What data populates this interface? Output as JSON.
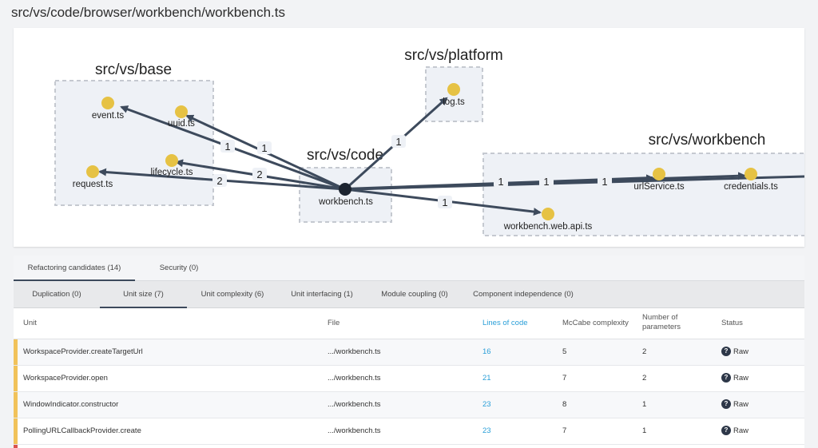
{
  "title": "src/vs/code/browser/workbench/workbench.ts",
  "graph": {
    "groups": [
      {
        "id": "base",
        "label": "src/vs/base"
      },
      {
        "id": "platform",
        "label": "src/vs/platform"
      },
      {
        "id": "code",
        "label": "src/vs/code"
      },
      {
        "id": "workbench",
        "label": "src/vs/workbench"
      }
    ],
    "nodes": [
      {
        "id": "event",
        "label": "event.ts"
      },
      {
        "id": "uuid",
        "label": "uuid.ts"
      },
      {
        "id": "lifecycle",
        "label": "lifecycle.ts"
      },
      {
        "id": "request",
        "label": "request.ts"
      },
      {
        "id": "log",
        "label": "log.ts"
      },
      {
        "id": "workbench",
        "label": "workbench.ts",
        "focus": true
      },
      {
        "id": "urlService",
        "label": "urlService.ts"
      },
      {
        "id": "credentials",
        "label": "credentials.ts"
      },
      {
        "id": "webapi",
        "label": "workbench.web.api.ts"
      }
    ],
    "edges": [
      {
        "to": "event",
        "count": "1"
      },
      {
        "to": "uuid",
        "count": "1"
      },
      {
        "to": "lifecycle",
        "count": "2"
      },
      {
        "to": "request",
        "count": "2"
      },
      {
        "to": "log",
        "count": "1"
      },
      {
        "to": "urlService",
        "count": "1"
      },
      {
        "to": "credentials",
        "count": "1"
      },
      {
        "to": "offscreen",
        "count": "1"
      },
      {
        "to": "webapi",
        "count": "1"
      }
    ],
    "colors": {
      "node": "#e6c244",
      "focus": "#1c2430",
      "edge": "#3d4a5c",
      "group_bg": "#eef1f6",
      "group_border": "#c5c9d0"
    }
  },
  "tabs_primary": [
    {
      "label": "Refactoring candidates (14)",
      "active": true
    },
    {
      "label": "Security (0)",
      "active": false
    }
  ],
  "tabs_secondary": [
    {
      "label": "Duplication (0)",
      "active": false
    },
    {
      "label": "Unit size (7)",
      "active": true
    },
    {
      "label": "Unit complexity (6)",
      "active": false
    },
    {
      "label": "Unit interfacing (1)",
      "active": false
    },
    {
      "label": "Module coupling (0)",
      "active": false
    },
    {
      "label": "Component independence (0)",
      "active": false
    }
  ],
  "table": {
    "headers": {
      "unit": "Unit",
      "file": "File",
      "loc": "Lines of code",
      "mccabe": "McCabe complexity",
      "params_1": "Number of",
      "params_2": "parameters",
      "status": "Status"
    },
    "rows": [
      {
        "unit": "WorkspaceProvider.createTargetUrl",
        "file": ".../workbench.ts",
        "loc": "16",
        "mccabe": "5",
        "params": "2",
        "status": "Raw"
      },
      {
        "unit": "WorkspaceProvider.open",
        "file": ".../workbench.ts",
        "loc": "21",
        "mccabe": "7",
        "params": "2",
        "status": "Raw"
      },
      {
        "unit": "WindowIndicator.constructor",
        "file": ".../workbench.ts",
        "loc": "23",
        "mccabe": "8",
        "params": "1",
        "status": "Raw"
      },
      {
        "unit": "PollingURLCallbackProvider.create",
        "file": ".../workbench.ts",
        "loc": "23",
        "mccabe": "7",
        "params": "1",
        "status": "Raw"
      }
    ],
    "status_icon": "question-icon",
    "bar_color": "#f1c25a",
    "link_color": "#2a9fd8"
  }
}
